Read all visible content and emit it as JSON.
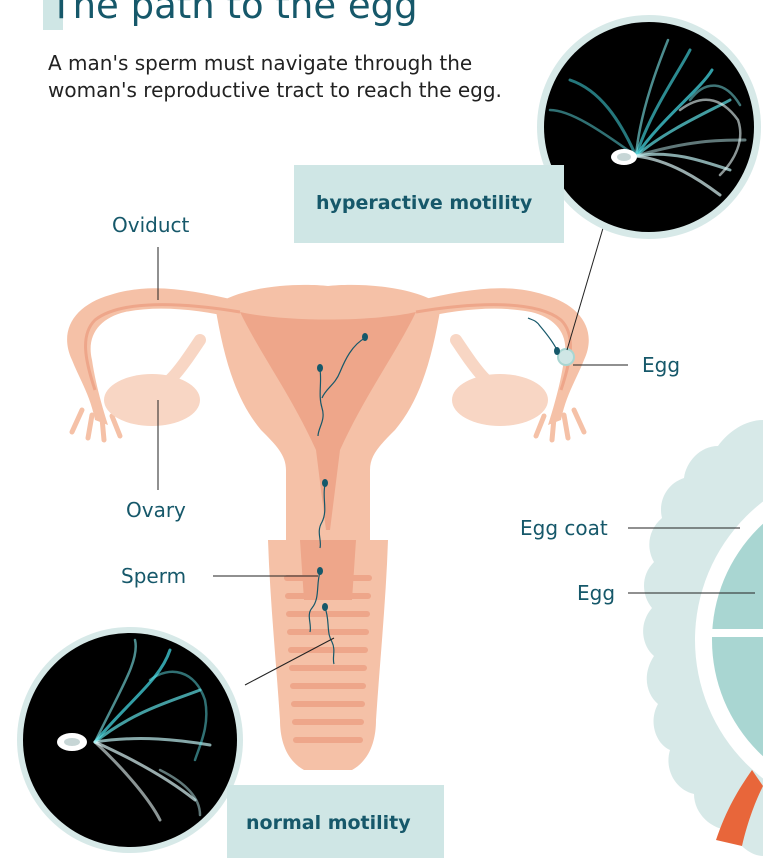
{
  "title": "The path to the egg",
  "intro": "A man's sperm must navigate through the woman's reproductive tract to reach the egg.",
  "labels": {
    "oviduct": "Oviduct",
    "ovary": "Ovary",
    "sperm": "Sperm",
    "egg_top": "Egg",
    "egg_coat": "Egg coat",
    "egg_right": "Egg"
  },
  "callouts": {
    "hyperactive": "hyperactive motility",
    "normal": "normal motility"
  },
  "colors": {
    "accent": "#16586a",
    "callout_bg": "#cfe6e5",
    "tissue": "#f5c1a7",
    "tissue_dark": "#eea68a",
    "sperm_tail": "#4bd8df"
  }
}
